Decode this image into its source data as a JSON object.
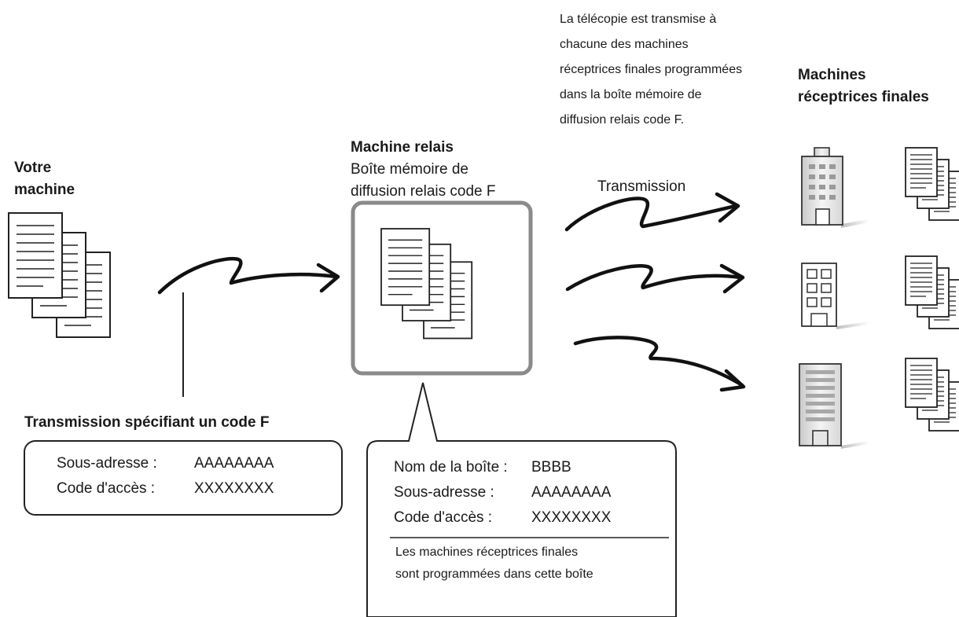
{
  "sender": {
    "title_line1": "Votre",
    "title_line2": "machine",
    "transmission_title": "Transmission spécifiant un code F",
    "subaddress_label": "Sous-adresse :",
    "subaddress_value": "AAAAAAAA",
    "access_code_label": "Code d'accès :",
    "access_code_value": "XXXXXXXX"
  },
  "relay": {
    "title": "Machine relais",
    "subtitle_line1": "Boîte mémoire de",
    "subtitle_line2": "diffusion relais code F",
    "box_name_label": "Nom de la boîte :",
    "box_name_value": "BBBB",
    "subaddress_label": "Sous-adresse :",
    "subaddress_value": "AAAAAAAA",
    "access_code_label": "Code d'accès :",
    "access_code_value": "XXXXXXXX",
    "note_line1": "Les machines réceptrices finales",
    "note_line2": "sont programmées dans cette boîte"
  },
  "broadcast": {
    "description_lines": [
      "La télécopie est transmise à",
      "chacune des machines",
      "réceptrices finales programmées",
      "dans la boîte mémoire de",
      "diffusion relais code F."
    ],
    "arrow_label": "Transmission"
  },
  "receivers": {
    "title_line1": "Machines",
    "title_line2": "réceptrices finales"
  }
}
